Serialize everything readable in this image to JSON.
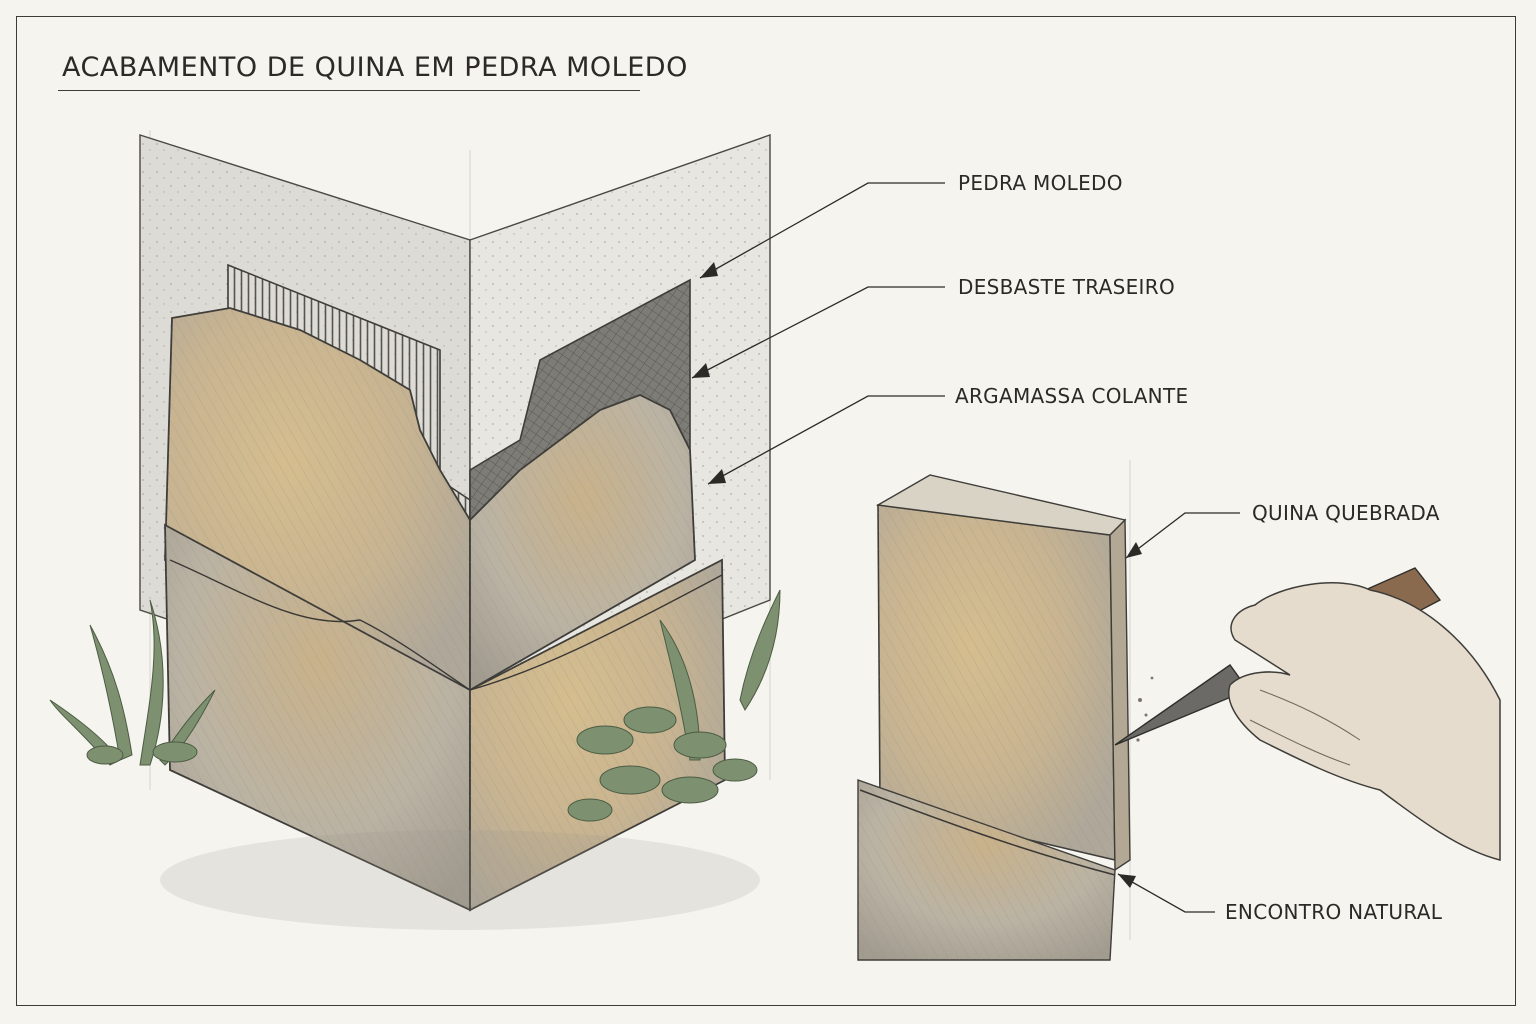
{
  "title": "ACABAMENTO DE QUINA EM PEDRA MOLEDO",
  "callouts": {
    "pedra_moledo": "PEDRA MOLEDO",
    "desbaste_traseiro": "DESBASTE TRASEIRO",
    "argamassa_colante": "ARGAMASSA COLANTE",
    "quina_quebrada": "QUINA QUEBRADA",
    "encontro_natural": "ENCONTRO NATURAL"
  },
  "colors": {
    "paper": "#f6f4ef",
    "ink": "#2b2a27",
    "stone_warm": "#cdb58a",
    "stone_cool": "#b9b3a6",
    "concrete": "#dcdad4",
    "plant": "#7d9170",
    "skin": "#e6dccd",
    "chisel_handle": "#8a6a4e"
  }
}
